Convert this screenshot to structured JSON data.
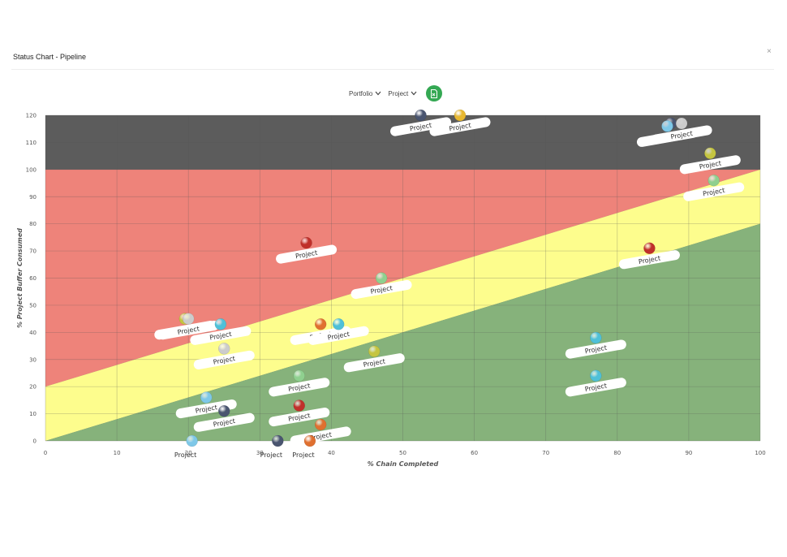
{
  "window": {
    "title": "Status Chart - Pipeline",
    "close_glyph": "×"
  },
  "toolbar": {
    "portfolio_label": "Portfolio",
    "project_label": "Project",
    "export_icon": "excel-export-icon",
    "export_color": "#34a853"
  },
  "colors": {
    "zone_black": "#5c5c5c",
    "zone_red": "#ee837a",
    "zone_yellow": "#fdfd8d",
    "zone_green": "#86b27b",
    "grid": "#555555"
  },
  "chart_data": {
    "type": "scatter",
    "xlabel": "% Chain Completed",
    "ylabel": "% Project Buffer Consumed",
    "xlim": [
      0,
      100
    ],
    "ylim": [
      0,
      120
    ],
    "xticks": [
      0,
      10,
      20,
      30,
      40,
      50,
      60,
      70,
      80,
      90,
      100
    ],
    "yticks": [
      0,
      10,
      20,
      30,
      40,
      50,
      60,
      70,
      80,
      90,
      100,
      110,
      120
    ],
    "grid": true,
    "zones": [
      {
        "color": "black",
        "from": "y=100",
        "to": "y=120"
      },
      {
        "color": "red",
        "lower_boundary": [
          [
            0,
            20
          ],
          [
            100,
            100
          ]
        ]
      },
      {
        "color": "yellow",
        "lower_boundary": [
          [
            0,
            0
          ],
          [
            100,
            80
          ]
        ]
      },
      {
        "color": "green",
        "below": [
          [
            0,
            0
          ],
          [
            100,
            80
          ]
        ]
      }
    ],
    "points": [
      {
        "x": 52.5,
        "y": 120,
        "color": "#4a5570",
        "label": "Project"
      },
      {
        "x": 58,
        "y": 120,
        "color": "#e8b830",
        "label": "Project"
      },
      {
        "x": 87.5,
        "y": 117,
        "color": "#4a5570",
        "label": ""
      },
      {
        "x": 87,
        "y": 116,
        "color": "#7ec8e8",
        "label": "Project"
      },
      {
        "x": 89,
        "y": 117,
        "color": "#cccccc",
        "label": "Project"
      },
      {
        "x": 93,
        "y": 106,
        "color": "#c5c540",
        "label": "Project"
      },
      {
        "x": 93.5,
        "y": 96,
        "color": "#8fd08f",
        "label": "Project"
      },
      {
        "x": 36.5,
        "y": 73,
        "color": "#c0302a",
        "label": "Project"
      },
      {
        "x": 84.5,
        "y": 71,
        "color": "#c0302a",
        "label": "Project"
      },
      {
        "x": 47,
        "y": 60,
        "color": "#8fd08f",
        "label": "Project"
      },
      {
        "x": 19.5,
        "y": 45,
        "color": "#c5c540",
        "label": "Project"
      },
      {
        "x": 20,
        "y": 45,
        "color": "#cccccc",
        "label": "Project"
      },
      {
        "x": 24.5,
        "y": 43,
        "color": "#4fc0d8",
        "label": "Project"
      },
      {
        "x": 38.5,
        "y": 43,
        "color": "#e07030",
        "label": "Project"
      },
      {
        "x": 41,
        "y": 43,
        "color": "#4fc0d8",
        "label": "Project"
      },
      {
        "x": 25,
        "y": 34,
        "color": "#cccccc",
        "label": "Project"
      },
      {
        "x": 46,
        "y": 33,
        "color": "#c5c540",
        "label": "Project"
      },
      {
        "x": 77,
        "y": 38,
        "color": "#4fc0d8",
        "label": "Project"
      },
      {
        "x": 77,
        "y": 24,
        "color": "#4fc0d8",
        "label": "Project"
      },
      {
        "x": 35.5,
        "y": 24,
        "color": "#8fd08f",
        "label": "Project"
      },
      {
        "x": 22.5,
        "y": 16,
        "color": "#7ec8e8",
        "label": "Project"
      },
      {
        "x": 25,
        "y": 11,
        "color": "#4a5570",
        "label": "Project"
      },
      {
        "x": 35.5,
        "y": 13,
        "color": "#c0302a",
        "label": "Project"
      },
      {
        "x": 38.5,
        "y": 6,
        "color": "#e07030",
        "label": "Project"
      },
      {
        "x": 20.5,
        "y": 0,
        "color": "#7ec8e8",
        "label": "Project"
      },
      {
        "x": 32.5,
        "y": 0,
        "color": "#4a5570",
        "label": "Project"
      },
      {
        "x": 37,
        "y": 0,
        "color": "#e07030",
        "label": "Project"
      }
    ]
  }
}
